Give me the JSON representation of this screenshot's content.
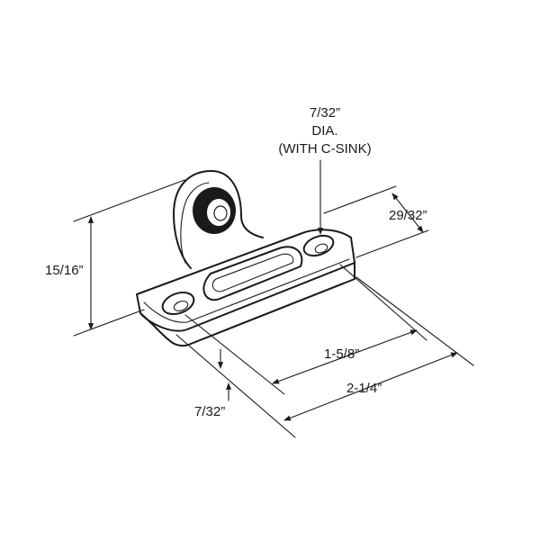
{
  "diagram": {
    "hole_note": {
      "line1": "7/32”",
      "line2": "DIA.",
      "line3": "(WITH C-SINK)"
    },
    "dim_right_offset": "29/32”",
    "dim_height": "15/16”",
    "dim_hole_spacing": "1-5/8”",
    "dim_overall_length": "2-1/4”",
    "dim_edge_offset": "7/32”",
    "colors": {
      "ink": "#1a1a1a",
      "background": "#ffffff"
    }
  }
}
